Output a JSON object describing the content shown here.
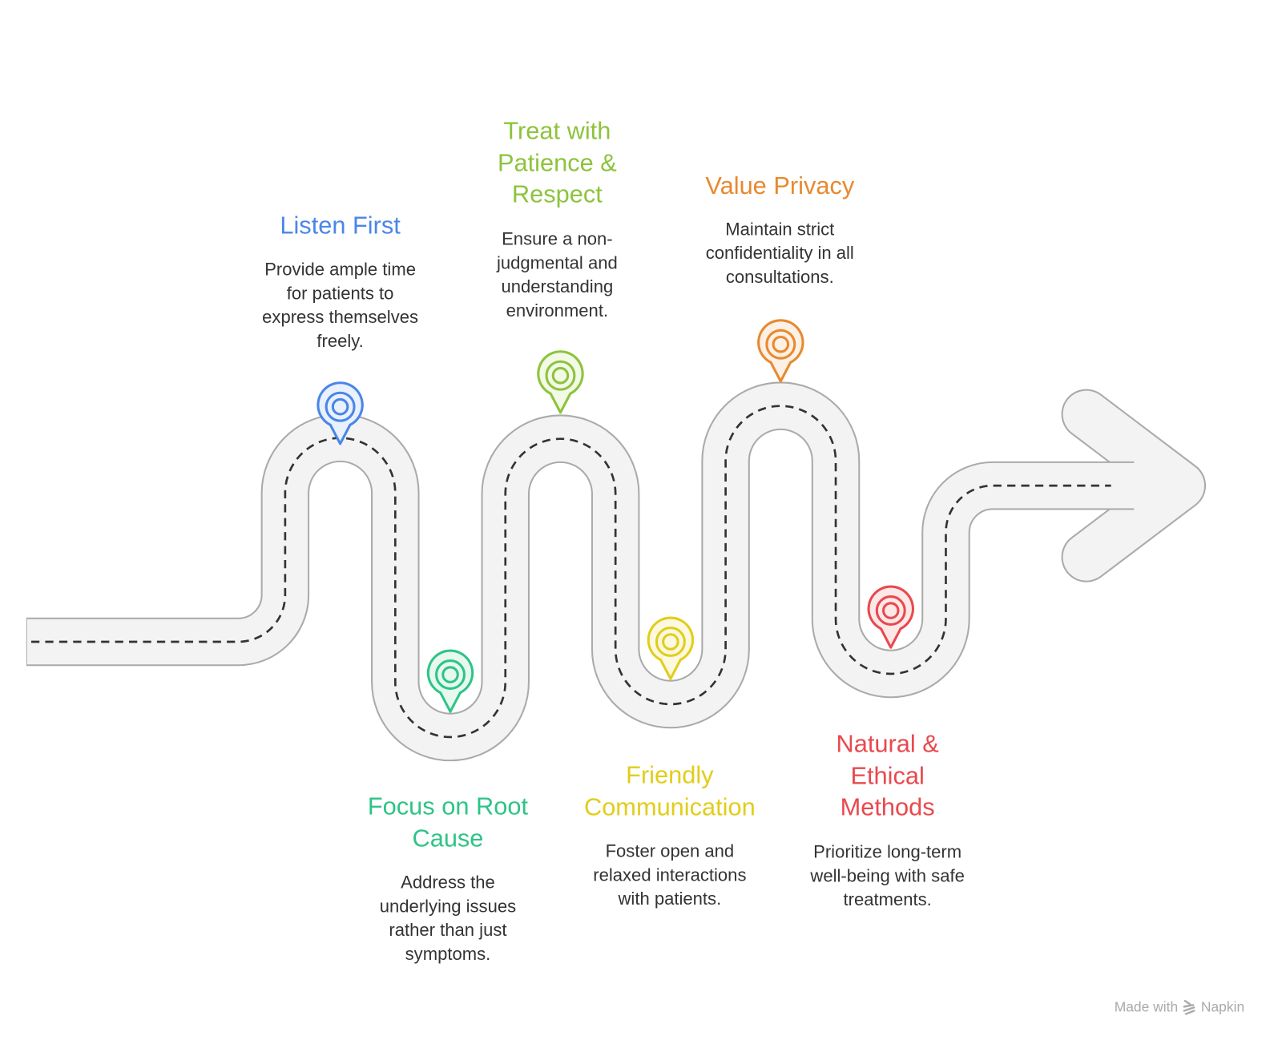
{
  "steps": [
    {
      "title": [
        "Listen First"
      ],
      "desc": [
        "Provide ample time",
        "for patients to",
        "express themselves",
        "freely."
      ],
      "color": "#4a86e8",
      "fill": "#e9f1fd"
    },
    {
      "title": [
        "Focus on Root",
        "Cause"
      ],
      "desc": [
        "Address the",
        "underlying issues",
        "rather than just",
        "symptoms."
      ],
      "color": "#2ec487",
      "fill": "#e6f8f0"
    },
    {
      "title": [
        "Treat with",
        "Patience &",
        "Respect"
      ],
      "desc": [
        "Ensure a non-",
        "judgmental and",
        "understanding",
        "environment."
      ],
      "color": "#8dc33c",
      "fill": "#f2f9e6"
    },
    {
      "title": [
        "Friendly",
        "Communication"
      ],
      "desc": [
        "Foster open and",
        "relaxed interactions",
        "with patients."
      ],
      "color": "#e2cd1b",
      "fill": "#fcf9e0"
    },
    {
      "title": [
        "Value Privacy"
      ],
      "desc": [
        "Maintain strict",
        "confidentiality in all",
        "consultations."
      ],
      "color": "#e8892f",
      "fill": "#fdf0e4"
    },
    {
      "title": [
        "Natural &",
        "Ethical",
        "Methods"
      ],
      "desc": [
        "Prioritize long-term",
        "well-being with safe",
        "treatments."
      ],
      "color": "#e8494f",
      "fill": "#fde8e8"
    }
  ],
  "watermark": {
    "made_with": "Made with",
    "brand": "Napkin"
  }
}
